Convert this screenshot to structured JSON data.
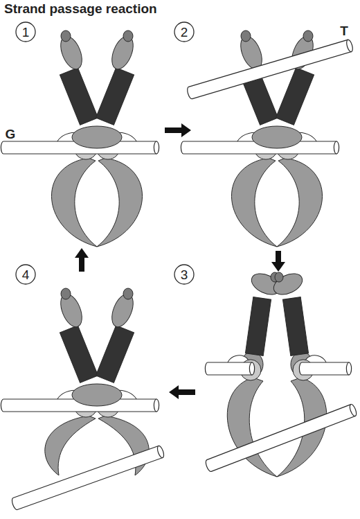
{
  "diagram": {
    "title": "Strand passage reaction",
    "labels": [
      "1",
      "2",
      "3",
      "4",
      "G",
      "T"
    ]
  }
}
